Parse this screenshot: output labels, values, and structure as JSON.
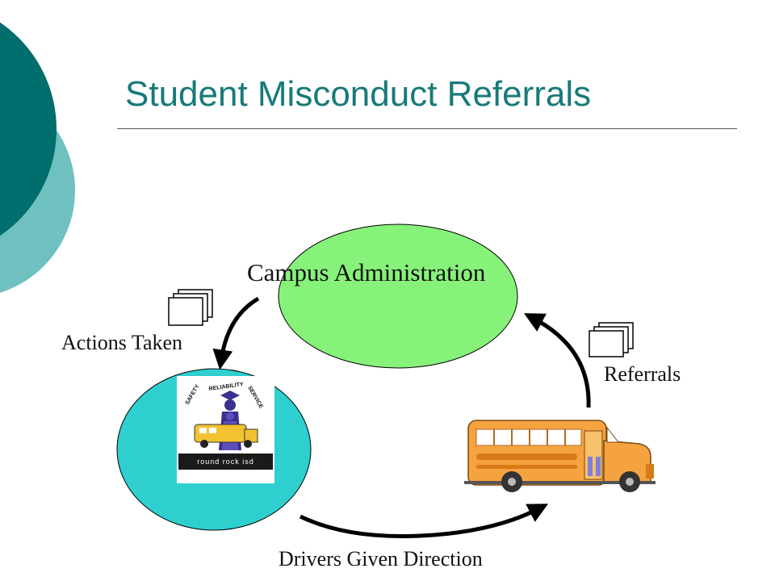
{
  "slide": {
    "title": "Student Misconduct Referrals"
  },
  "diagram": {
    "nodes": {
      "campus": {
        "label": "Campus Administration",
        "color": "#87f27a"
      },
      "district": {
        "color": "#2fcfcf",
        "logo_text": "round rock isd",
        "logo_arc_text": [
          "SAFETY",
          "RELIABILITY",
          "SERVICE"
        ]
      },
      "bus": {
        "body_color": "#f5a340"
      }
    },
    "flows": [
      {
        "label": "Actions Taken",
        "from": "campus",
        "to": "district"
      },
      {
        "label": "Drivers Given Direction",
        "from": "district",
        "to": "bus"
      },
      {
        "label": "Referrals",
        "from": "bus",
        "to": "campus"
      }
    ]
  },
  "theme": {
    "accent_dark": "#006e6c",
    "accent_light": "#6fc1c1",
    "title_color": "#177a78"
  }
}
